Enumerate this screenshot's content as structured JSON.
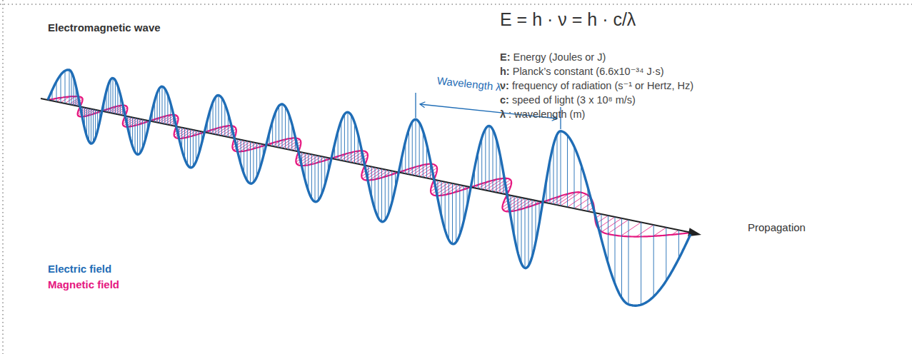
{
  "diagram": {
    "title": "Electromagnetic wave",
    "labels": [
      "E = h · ν = h · c/λ",
      "E: Energy (Joules or J)",
      "h: Planck’s constant (6.6x10⁻³⁴ J·s)",
      "ν: frequency of radiation (s⁻¹ or Hertz, Hz)",
      "c: speed of light (3 x 10⁸ m/s)",
      "λ : wavelength (m)",
      "Wavelength λ",
      "Propagation"
    ],
    "legend": [
      {
        "text": "Electric field",
        "color": "#1f6db6"
      },
      {
        "text": "Magnetic field",
        "color": "#e5177f"
      }
    ]
  }
}
